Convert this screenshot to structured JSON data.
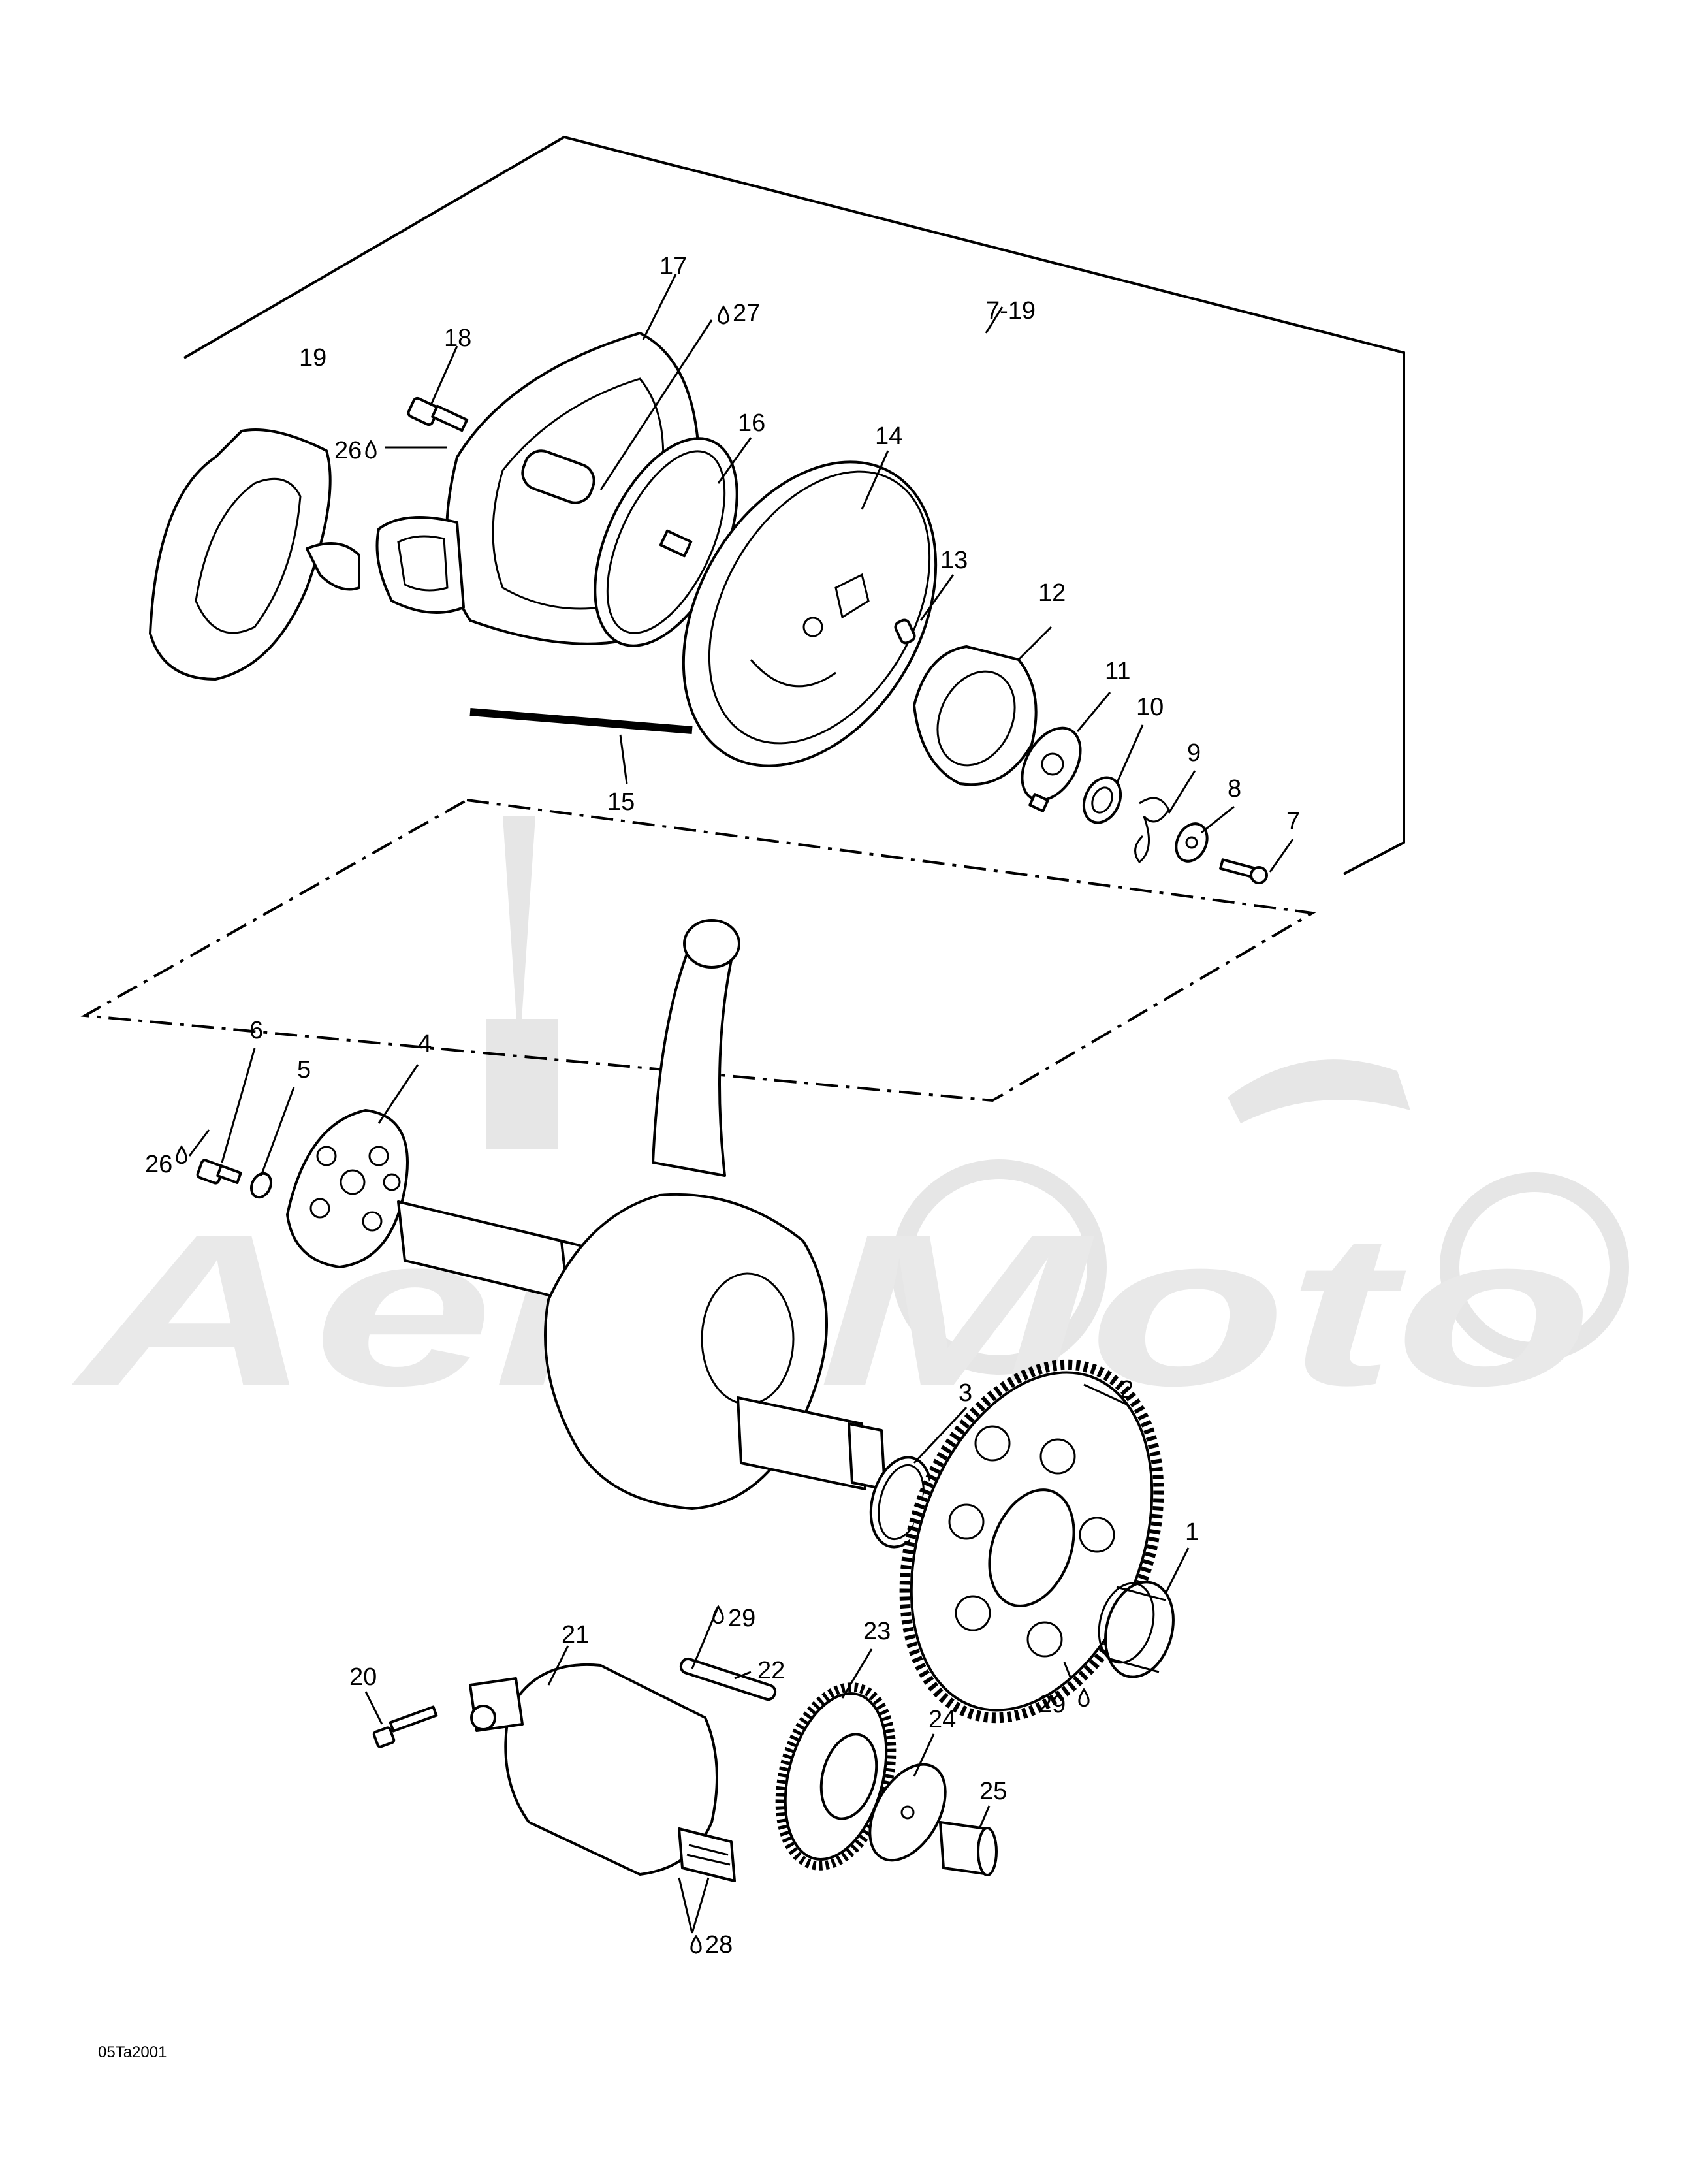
{
  "diagram": {
    "drawing_code": "05Ta2001",
    "assembly_callout": "7-19",
    "watermark_text": "AeroMoto",
    "callouts": {
      "c1": "1",
      "c2": "2",
      "c3": "3",
      "c4": "4",
      "c5": "5",
      "c6": "6",
      "c7": "7",
      "c8": "8",
      "c9": "9",
      "c10": "10",
      "c11": "11",
      "c12": "12",
      "c13": "13",
      "c14": "14",
      "c15": "15",
      "c16": "16",
      "c17": "17",
      "c18": "18",
      "c19": "19",
      "c20": "20",
      "c21": "21",
      "c22": "22",
      "c23": "23",
      "c24": "24",
      "c25": "25",
      "c26a": "26",
      "c26b": "26",
      "c27": "27",
      "c28": "28",
      "c29a": "29",
      "c29b": "29"
    }
  }
}
